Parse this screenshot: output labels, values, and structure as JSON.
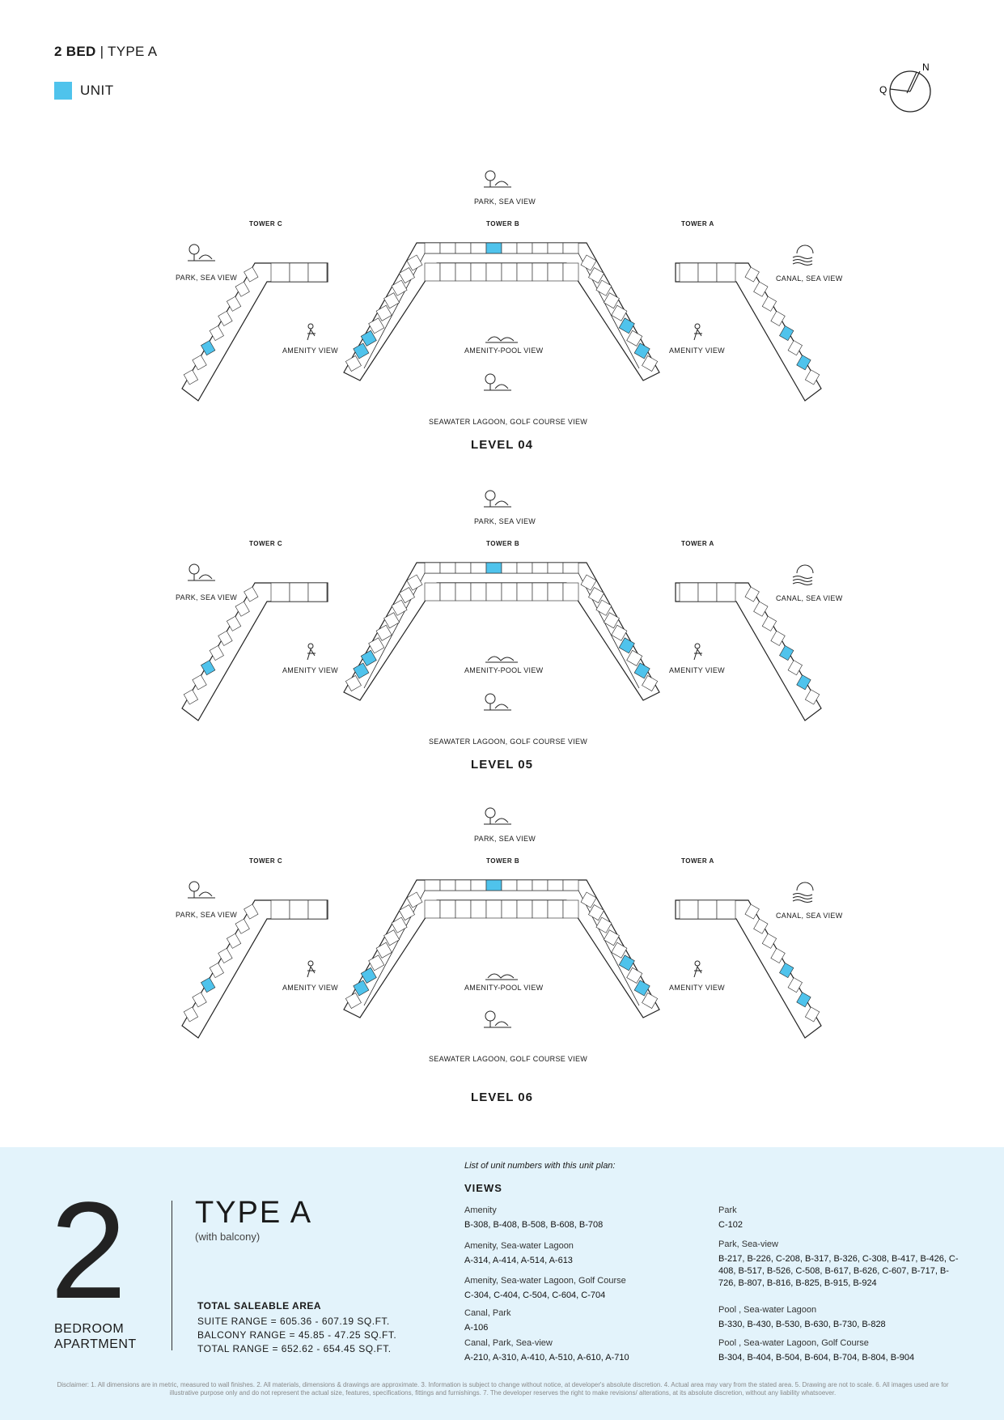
{
  "header": {
    "bed_bold": "2 BED",
    "sep": " | ",
    "type": "TYPE A"
  },
  "legend": {
    "label": "UNIT",
    "color": "#4fc3ec"
  },
  "compass": {
    "north": "N",
    "west": "Q"
  },
  "levels": [
    {
      "name": "LEVEL 04",
      "views": {
        "top": "PARK, SEA VIEW",
        "left": "PARK, SEA VIEW",
        "right": "CANAL, SEA VIEW",
        "amenity_left": "AMENITY VIEW",
        "amenity_right": "AMENITY VIEW",
        "center": "AMENITY-POOL VIEW",
        "bottom": "SEAWATER LAGOON, GOLF COURSE VIEW"
      },
      "towers": {
        "c": "TOWER C",
        "b": "TOWER B",
        "a": "TOWER A"
      }
    },
    {
      "name": "LEVEL 05",
      "views": {
        "top": "PARK, SEA VIEW",
        "left": "PARK, SEA VIEW",
        "right": "CANAL, SEA VIEW",
        "amenity_left": "AMENITY VIEW",
        "amenity_right": "AMENITY VIEW",
        "center": "AMENITY-POOL VIEW",
        "bottom": "SEAWATER LAGOON, GOLF COURSE VIEW"
      },
      "towers": {
        "c": "TOWER C",
        "b": "TOWER B",
        "a": "TOWER A"
      }
    },
    {
      "name": "LEVEL 06",
      "views": {
        "top": "PARK, SEA VIEW",
        "left": "PARK, SEA VIEW",
        "right": "CANAL, SEA VIEW",
        "amenity_left": "AMENITY VIEW",
        "amenity_right": "AMENITY VIEW",
        "center": "AMENITY-POOL VIEW",
        "bottom": "SEAWATER LAGOON, GOLF COURSE VIEW"
      },
      "towers": {
        "c": "TOWER C",
        "b": "TOWER B",
        "a": "TOWER A"
      }
    }
  ],
  "footer": {
    "big_number": "2",
    "bedroom_line1": "BEDROOM",
    "bedroom_line2": "APARTMENT",
    "type_title": "TYPE A",
    "type_sub": "(with balcony)",
    "area_heading": "TOTAL SALEABLE AREA",
    "suite_range": "SUITE RANGE = 605.36 - 607.19 SQ.FT.",
    "balcony_range": "BALCONY RANGE = 45.85 - 47.25 SQ.FT.",
    "total_range": "TOTAL RANGE = 652.62 - 654.45 SQ.FT.",
    "list_note": "List of unit numbers with this unit plan:",
    "views_heading": "VIEWS",
    "view_groups_left": [
      {
        "name": "Amenity",
        "units": "B-308, B-408, B-508, B-608, B-708"
      },
      {
        "name": "Amenity, Sea-water Lagoon",
        "units": "A-314, A-414, A-514, A-613"
      },
      {
        "name": "Amenity, Sea-water Lagoon, Golf Course",
        "units": "C-304, C-404, C-504, C-604, C-704"
      },
      {
        "name": "Canal, Park",
        "units": "A-106"
      },
      {
        "name": "Canal, Park, Sea-view",
        "units": "A-210, A-310, A-410, A-510, A-610, A-710"
      }
    ],
    "view_groups_right": [
      {
        "name": "Park",
        "units": "C-102"
      },
      {
        "name": "Park, Sea-view",
        "units": "B-217, B-226, C-208, B-317, B-326, C-308, B-417, B-426, C-408, B-517, B-526, C-508, B-617, B-626, C-607, B-717, B-726, B-807, B-816, B-825, B-915, B-924"
      },
      {
        "name": "Pool , Sea-water Lagoon",
        "units": "B-330, B-430, B-530, B-630, B-730, B-828"
      },
      {
        "name": "Pool , Sea-water Lagoon, Golf Course",
        "units": "B-304, B-404, B-504, B-604, B-704, B-804, B-904"
      }
    ],
    "disclaimer": "Disclaimer: 1. All dimensions are in metric, measured to wall finishes. 2. All materials, dimensions & drawings are approximate. 3. Information is subject to change without notice, at developer's absolute discretion. 4. Actual area may vary from the stated area. 5. Drawing are not to scale. 6. All images used are for illustrative purpose only and do not represent the actual size, features, specifications, fittings and furnishings. 7. The developer reserves the right to make revisions/ alterations, at its absolute discretion, without any liability whatsoever."
  }
}
